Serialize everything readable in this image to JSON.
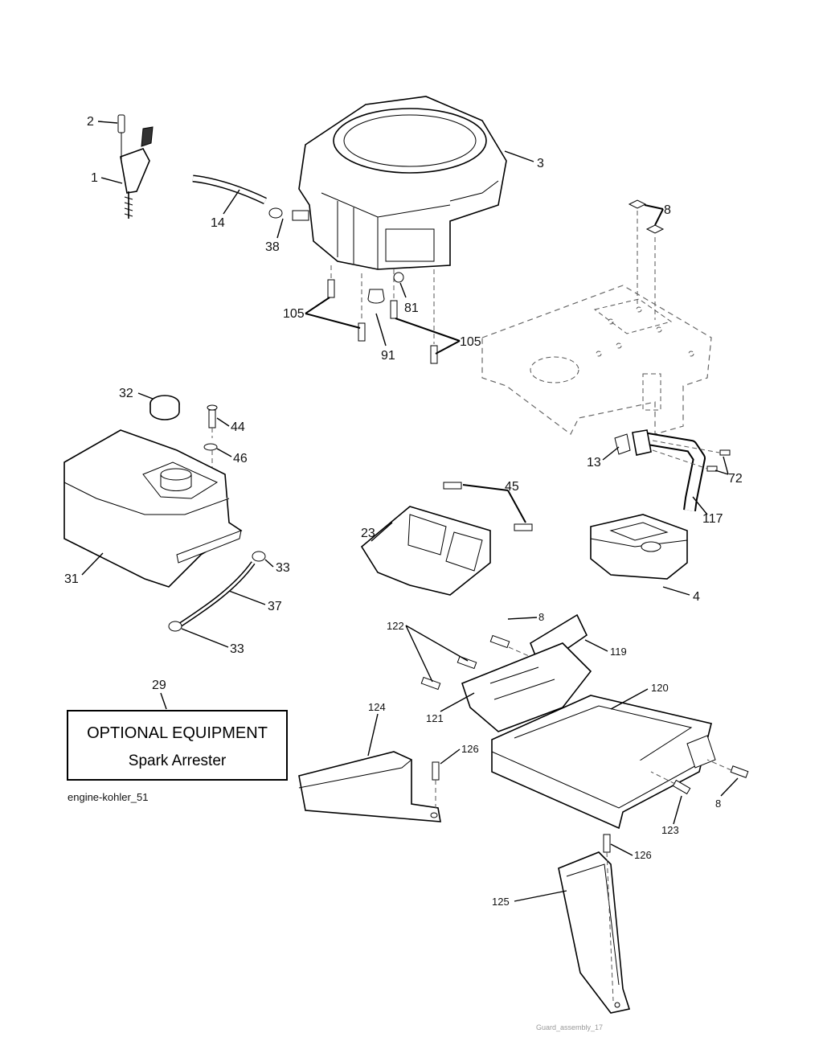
{
  "callouts": {
    "c2": "2",
    "c1": "1",
    "c14": "14",
    "c38": "38",
    "c3": "3",
    "c8a": "8",
    "c105a": "105",
    "c81": "81",
    "c91": "91",
    "c105b": "105",
    "c32": "32",
    "c44": "44",
    "c46": "46",
    "c13": "13",
    "c72": "72",
    "c45": "45",
    "c23": "23",
    "c117": "117",
    "c31": "31",
    "c33a": "33",
    "c37": "37",
    "c4": "4",
    "c33b": "33",
    "c8b": "8",
    "c122": "122",
    "c119": "119",
    "c29": "29",
    "c120": "120",
    "c124": "124",
    "c121": "121",
    "c126a": "126",
    "c123": "123",
    "c8c": "8",
    "c126b": "126",
    "c125": "125"
  },
  "optional_box": {
    "title": "OPTIONAL EQUIPMENT",
    "subtitle": "Spark Arrester"
  },
  "references": {
    "engine_ref": "engine-kohler_51",
    "guard_ref": "Guard_assembly_17"
  }
}
